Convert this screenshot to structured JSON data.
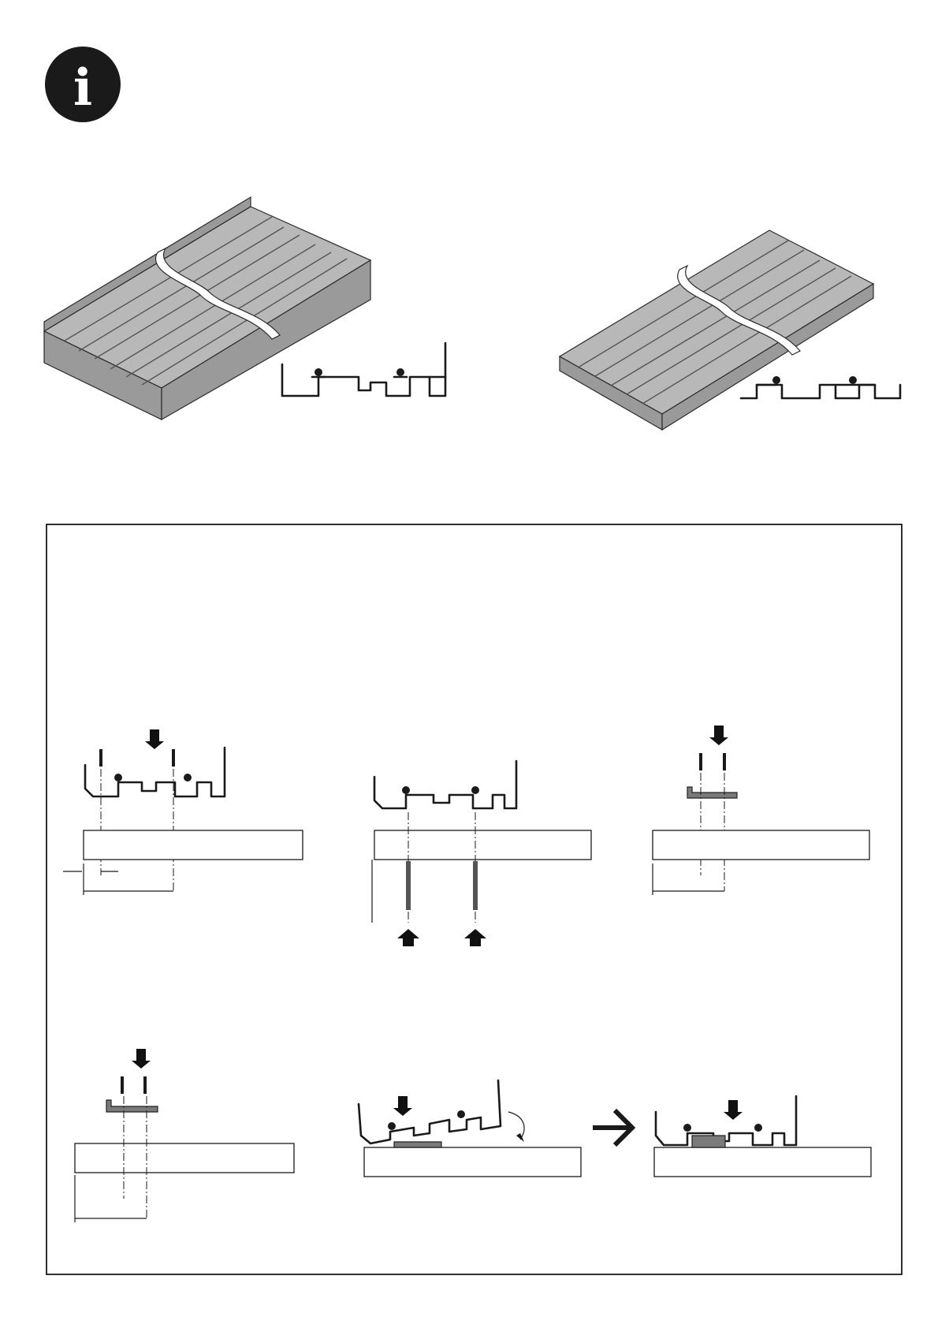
{
  "info_badge": {
    "glyph": "i",
    "icon": "info-icon"
  },
  "colors": {
    "ink": "#1a1a1a",
    "rail_light": "#b8b8b8",
    "rail_dark": "#9a9a9a",
    "bracket": "#7a7a7a"
  },
  "panels": {
    "top": [
      "rail-double-wall",
      "rail-double-flat"
    ],
    "steps": [
      "step-1-screw-top",
      "step-2-screw-bottom",
      "step-3-bracket-screw",
      "step-4-bracket-groove",
      "step-5-tilt-in",
      "step-6-seated"
    ]
  }
}
